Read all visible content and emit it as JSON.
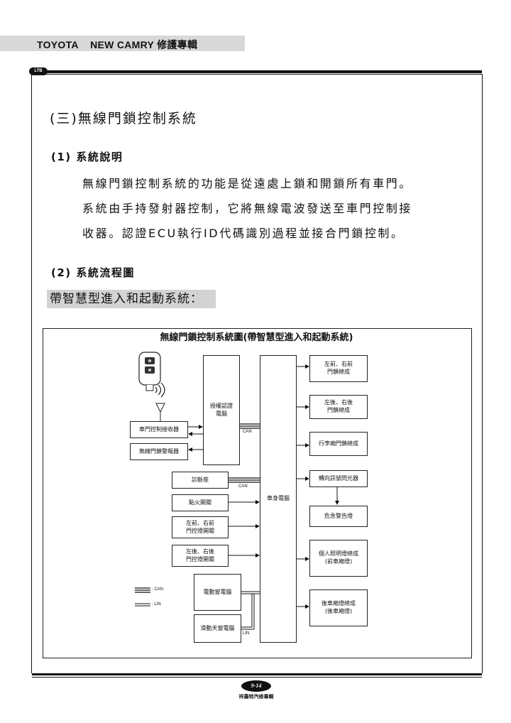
{
  "header": {
    "title": "TOYOTA    NEW CAMRY 修護專輯",
    "logo": "LTB"
  },
  "section": {
    "title": "(三)無線門鎖控制系統",
    "sub1": "(1) 系統說明",
    "paragraphs": [
      "無線門鎖控制系統的功能是從遠處上鎖和開鎖所有車門。",
      "系統由手持發射器控制，它將無線電波發送至車門控制接",
      "收器。認證ECU執行ID代碼識別過程並接合門鎖控制。"
    ],
    "sub2": "(2) 系統流程圖",
    "label": "帶智慧型進入和起動系統："
  },
  "diagram": {
    "title": "無線門鎖控制系統圖(帶智慧型進入和起動系統)",
    "left_boxes": {
      "receiver": "車門控制接收器",
      "alarm": "無線門鎖警報器",
      "diag": "診斷座",
      "ignition": "點火開關",
      "front_switch": "左前、右前\n門控燈開關",
      "rear_switch": "左後、右後\n門控燈開關",
      "power_window": "電動窗電腦",
      "sunroof": "滑動天窗電腦"
    },
    "center": {
      "auth_ecu": "授權認證\n電腦",
      "body_ecu": "車身電腦"
    },
    "right_boxes": {
      "front_lock": "左前、右前\n門鎖總成",
      "rear_lock": "左後、右後\n門鎖總成",
      "trunk_lock": "行李廂門鎖總成",
      "turn_flasher": "轉向訊號閃光器",
      "hazard": "危急警告燈",
      "personal_light": "個人照明燈總成\n(前車廂燈)",
      "trunk_light": "後車廂燈總成\n(後車廂燈)"
    },
    "wire_labels": {
      "can1": "CAN",
      "can2": "CAN",
      "lin": "LIN"
    },
    "legend": {
      "can": ": CAN",
      "lin": ": LIN"
    }
  },
  "footer": {
    "page": "9-14",
    "publisher": "祥農特汽修專輯"
  }
}
